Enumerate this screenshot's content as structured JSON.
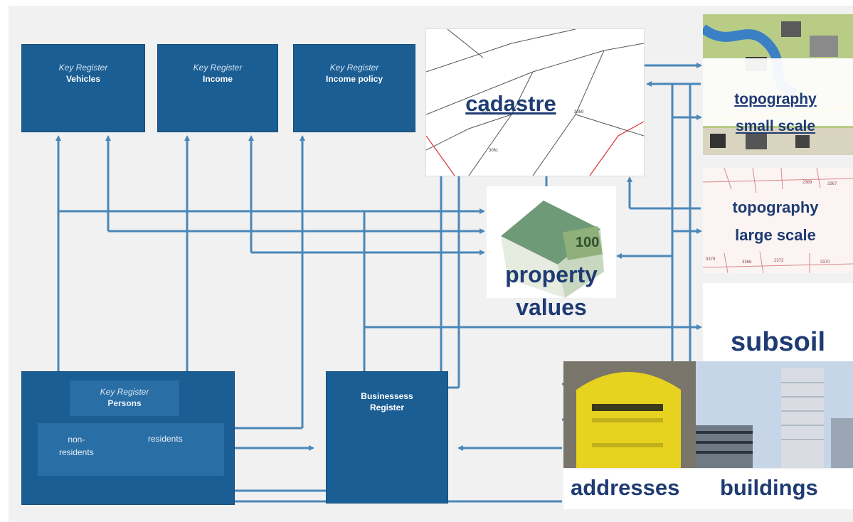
{
  "colors": {
    "box": "#1b5e94",
    "line": "#4a87b8",
    "label": "#1f3b73"
  },
  "registers": {
    "vehicles": {
      "kind": "Key Register",
      "name": "Vehicles"
    },
    "income": {
      "kind": "Key Register",
      "name": "Income"
    },
    "income_policy": {
      "kind": "Key Register",
      "name": "Income policy"
    },
    "persons": {
      "kind": "Key Register",
      "name": "Persons",
      "non_residents": "non-\nresidents",
      "residents": "residents"
    },
    "businesses": {
      "name": "Businessess Register"
    }
  },
  "images": {
    "cadastre": {
      "label": "cadastre",
      "map_numbers": [
        "3059",
        "3061",
        "3060"
      ]
    },
    "topography_small": {
      "label_line1": "topography",
      "label_line2": "small scale"
    },
    "topography_large": {
      "label_line1": "topography",
      "label_line2": "large scale",
      "map_numbers": [
        "3379",
        "3366",
        "2373",
        "3370",
        "2369",
        "3367"
      ]
    },
    "property": {
      "label_line1": "property",
      "label_line2": "values",
      "note_value": "100"
    },
    "subsoil": {
      "label": "subsoil"
    },
    "addresses": {
      "label": "addresses"
    },
    "buildings": {
      "label": "buildings"
    }
  }
}
